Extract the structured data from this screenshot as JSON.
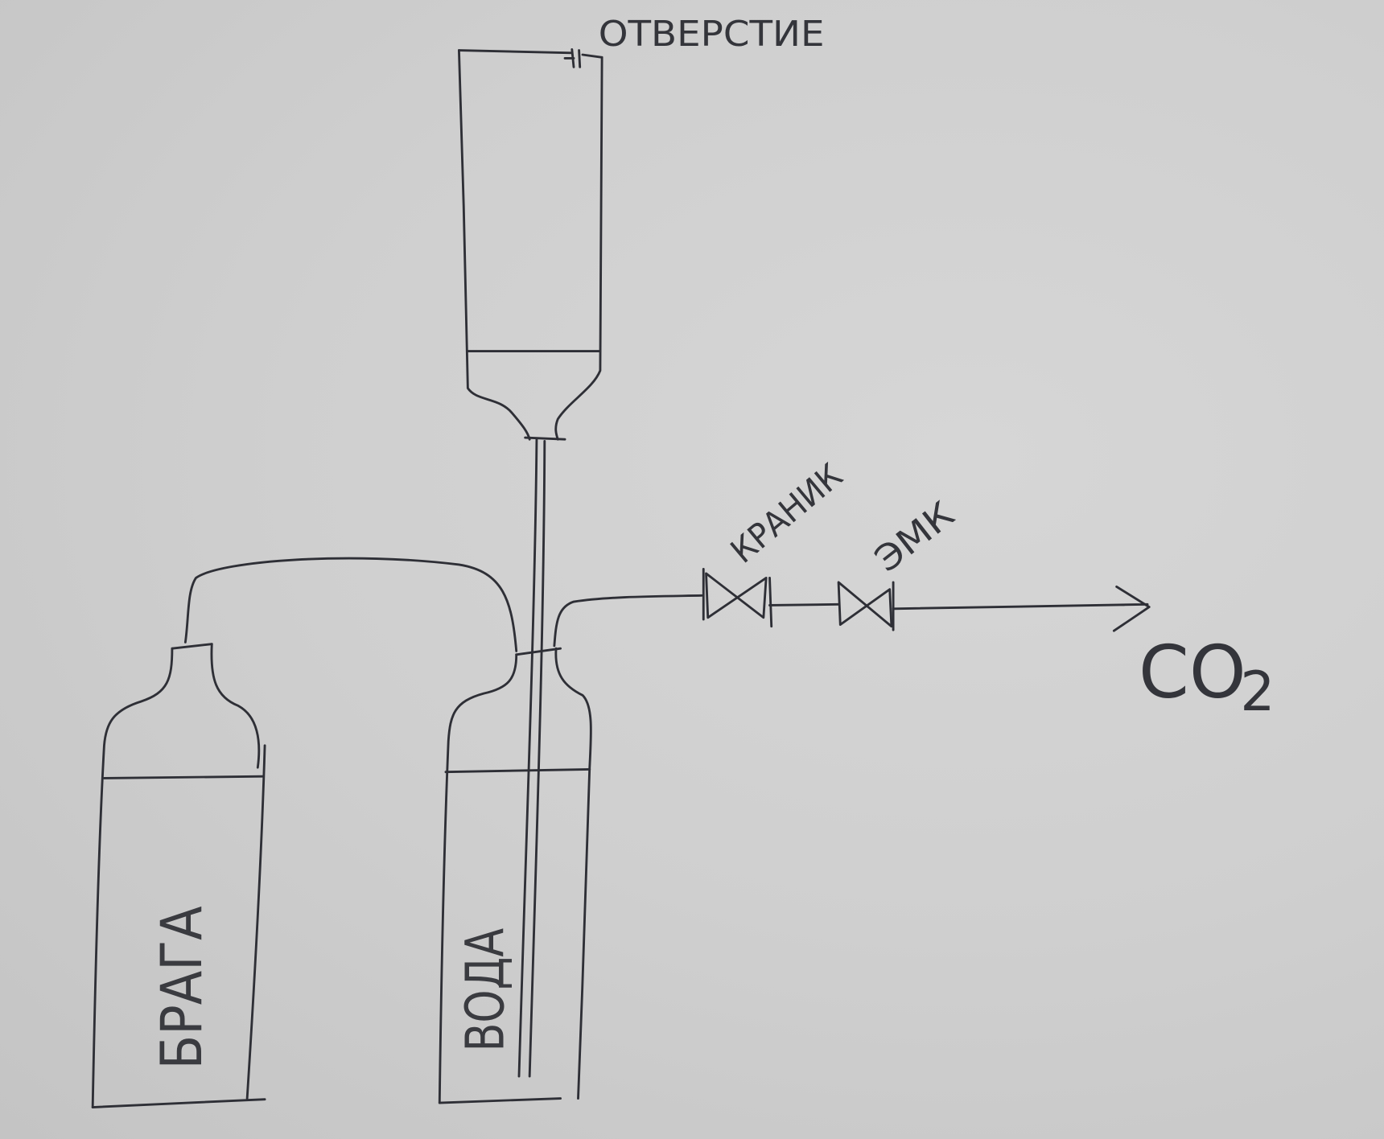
{
  "labels": {
    "hole": "ОТВЕРСТИЕ",
    "tap": "КРАНИК",
    "solenoid_valve": "ЭМК",
    "co2_main": "CO",
    "co2_sub": "2",
    "mash": "БРАГА",
    "water": "ВОДА"
  },
  "colors": {
    "paper": "#cfcfcf",
    "ink": "#2e2f36"
  }
}
